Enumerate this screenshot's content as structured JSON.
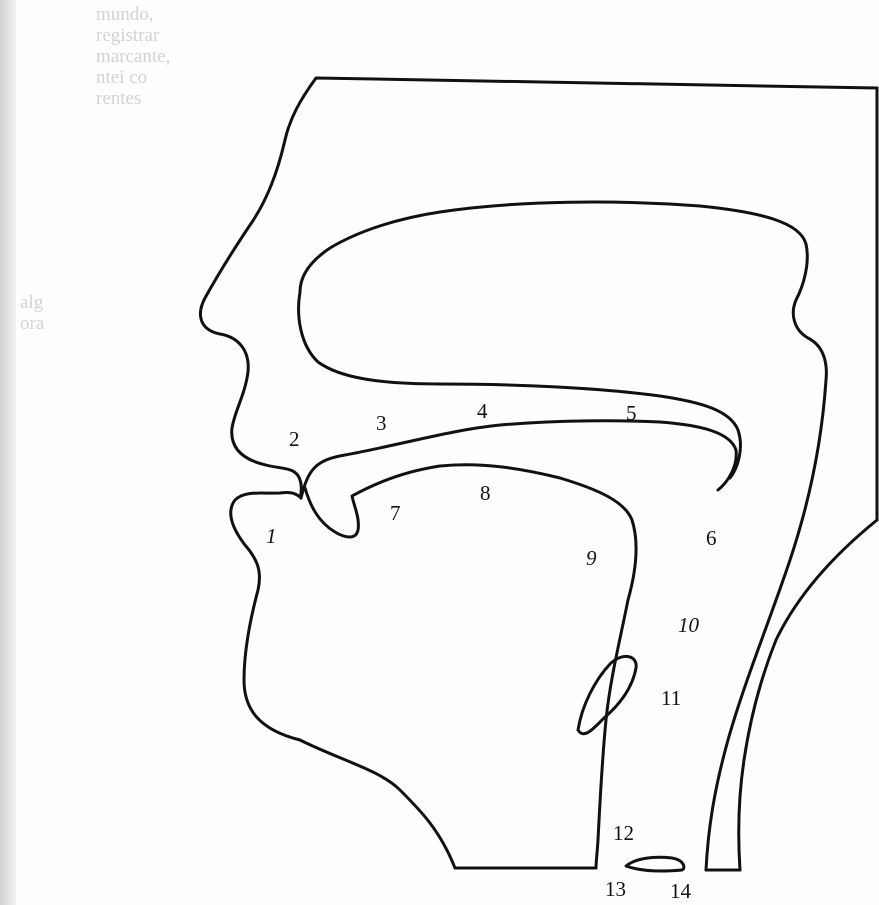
{
  "bleed_text": {
    "top_lines": [
      "mundo,",
      "registrar",
      "marcante,",
      "ntei co",
      "rentes"
    ],
    "middle_lines": [
      "alg",
      "ora"
    ]
  },
  "diagram": {
    "labels": [
      {
        "id": "1",
        "text": "1"
      },
      {
        "id": "2",
        "text": "2"
      },
      {
        "id": "3",
        "text": "3"
      },
      {
        "id": "4",
        "text": "4"
      },
      {
        "id": "5",
        "text": "5"
      },
      {
        "id": "6",
        "text": "6"
      },
      {
        "id": "7",
        "text": "7"
      },
      {
        "id": "8",
        "text": "8"
      },
      {
        "id": "9",
        "text": "9"
      },
      {
        "id": "10",
        "text": "10"
      },
      {
        "id": "11",
        "text": "11"
      },
      {
        "id": "12",
        "text": "12"
      },
      {
        "id": "13",
        "text": "13"
      },
      {
        "id": "14",
        "text": "14"
      }
    ],
    "stroke_color": "#111111"
  }
}
